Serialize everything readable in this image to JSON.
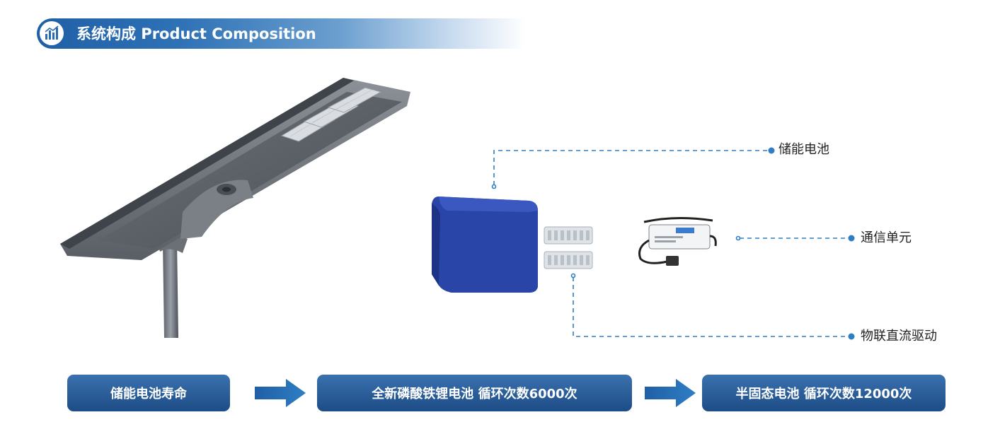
{
  "header": {
    "title": "系统构成  Product Composition"
  },
  "callouts": {
    "battery": "储能电池",
    "communication": "通信单元",
    "driver": "物联直流驱动"
  },
  "flow": {
    "step1": "储能电池寿命",
    "step2": "全新磷酸铁锂电池 循环次数6000次",
    "step3": "半固态电池 循环次数12000次"
  },
  "colors": {
    "accent": "#2a5d98",
    "dashed_line": "#2f7ec4",
    "battery_body": "#2a45a8"
  },
  "icons": {
    "header": "chart-building-icon",
    "arrow": "right-arrow-icon"
  }
}
